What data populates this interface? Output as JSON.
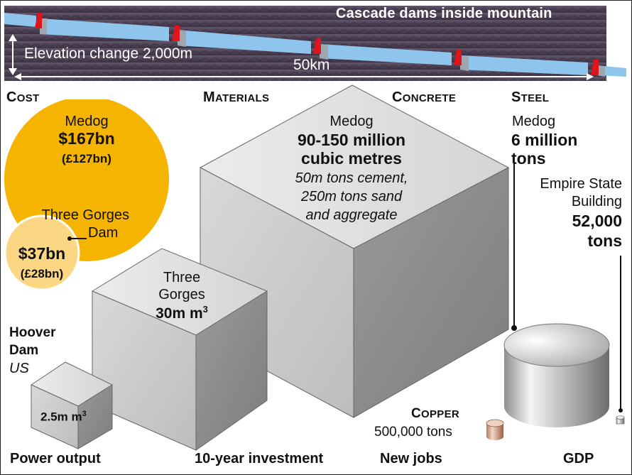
{
  "banner": {
    "title": "Cascade dams inside mountain",
    "elevation": "Elevation change 2,000m",
    "distance": "50km"
  },
  "headers": {
    "cost_initial": "C",
    "cost_rest": "OST",
    "materials_initial": "M",
    "materials_rest": "ATERIALS",
    "concrete_initial": "C",
    "concrete_rest": "ONCRETE",
    "steel_initial": "S",
    "steel_rest": "TEEL"
  },
  "cost": {
    "medog_name": "Medog",
    "medog_value": "$167bn",
    "medog_gbp": "(£127bn)",
    "tg_name_line1": "Three Gorges",
    "tg_name_line2": "Dam",
    "tg_value": "$37bn",
    "tg_gbp": "(£28bn)"
  },
  "concrete": {
    "medog_name": "Medog",
    "medog_value_line1": "90-150 million",
    "medog_value_line2": "cubic metres",
    "medog_note_line1": "50m tons cement,",
    "medog_note_line2": "250m tons sand",
    "medog_note_line3": "and aggregate",
    "tg_line1": "Three",
    "tg_line2": "Gorges",
    "tg_value": "30m m",
    "tg_sup": "3",
    "hoover_line1": "Hoover",
    "hoover_line2": "Dam",
    "hoover_country": "US",
    "hoover_value": "2.5m m",
    "hoover_sup": "3"
  },
  "steel": {
    "medog_name": "Medog",
    "medog_value_line1": "6 million",
    "medog_value_line2": "tons",
    "esb_line1": "Empire State",
    "esb_line2": "Building",
    "esb_value_line1": "52,000",
    "esb_value_line2": "tons"
  },
  "copper": {
    "label_initial": "C",
    "label_rest": "OPPER",
    "value": "500,000 tons"
  },
  "footer": {
    "power": "Power output",
    "investment": "10-year investment",
    "jobs": "New jobs",
    "gdp": "GDP"
  },
  "colors": {
    "medog_cost": "#f5b400",
    "three_gorges_cost": "#fbd784",
    "dam_red": "#e0141c",
    "water": "#8fc5ec",
    "rock": "#4d4152"
  }
}
